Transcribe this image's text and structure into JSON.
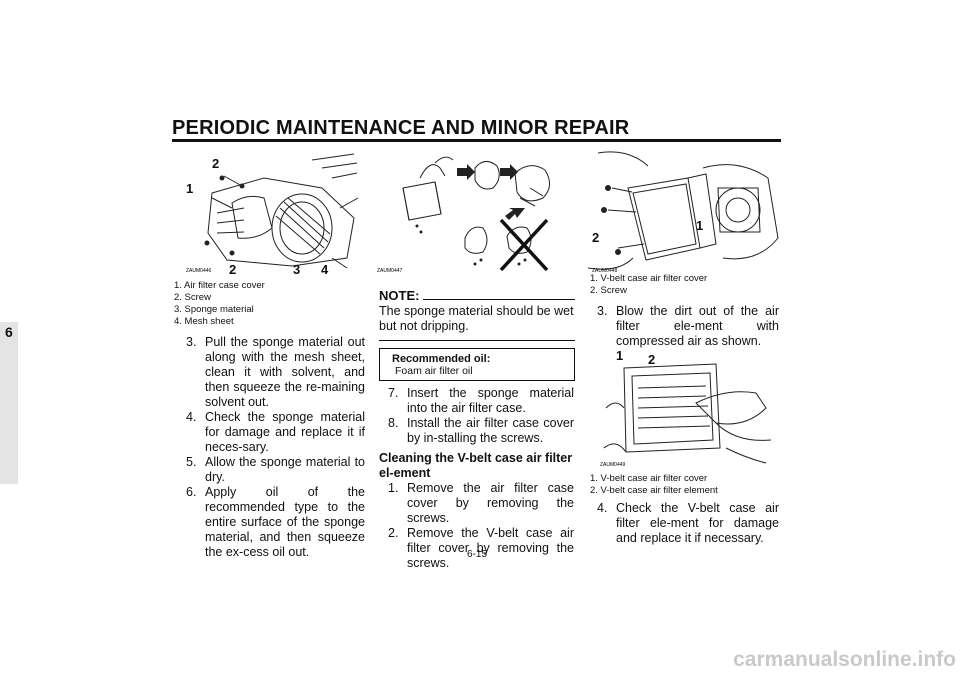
{
  "header": {
    "title": "PERIODIC MAINTENANCE AND MINOR REPAIR",
    "chapter": "6"
  },
  "col1": {
    "figure": {
      "code": "ZAUM0446",
      "callouts": [
        "1",
        "2",
        "2",
        "3",
        "4"
      ]
    },
    "legend": [
      "1. Air filter case cover",
      "2. Screw",
      "3. Sponge material",
      "4. Mesh sheet"
    ],
    "steps": [
      {
        "num": "3.",
        "text": "Pull the sponge material out along with the mesh sheet, clean it with solvent, and then squeeze the re-maining solvent out."
      },
      {
        "num": "4.",
        "text": "Check the sponge material for damage and replace it if neces-sary."
      },
      {
        "num": "5.",
        "text": "Allow the sponge material to dry."
      },
      {
        "num": "6.",
        "text": "Apply oil of the recommended type to the entire surface of the sponge material, and then squeeze the ex-cess oil out."
      }
    ]
  },
  "col2": {
    "figure": {
      "code": "ZAUM0447"
    },
    "note": {
      "heading": "NOTE:",
      "text": "The sponge material should be wet but not dripping."
    },
    "oil_box": {
      "label": "Recommended oil:",
      "value": "Foam air filter oil"
    },
    "steps": [
      {
        "num": "7.",
        "text": "Insert the sponge material into the air filter case."
      },
      {
        "num": "8.",
        "text": "Install the air filter case cover by in-stalling the screws."
      }
    ],
    "section_heading": "Cleaning the V-belt case air filter el-ement",
    "section_steps": [
      {
        "num": "1.",
        "text": "Remove the air filter case cover by removing the screws."
      },
      {
        "num": "2.",
        "text": "Remove the V-belt case air filter cover by removing the screws."
      }
    ]
  },
  "col3": {
    "figure1": {
      "code": "ZAUM0448",
      "callouts": [
        "1",
        "2"
      ]
    },
    "legend1": [
      "1. V-belt case air filter cover",
      "2. Screw"
    ],
    "steps1": [
      {
        "num": "3.",
        "text": "Blow the dirt out of the air filter ele-ment with compressed air as shown."
      }
    ],
    "figure2": {
      "code": "ZAUM0449",
      "callouts": [
        "1",
        "2"
      ]
    },
    "legend2": [
      "1. V-belt case air filter cover",
      "2. V-belt case air filter element"
    ],
    "steps2": [
      {
        "num": "4.",
        "text": "Check the V-belt case air filter ele-ment for damage and replace it if necessary."
      }
    ]
  },
  "footer": {
    "page": "6-15",
    "watermark": "carmanualsonline.info"
  }
}
